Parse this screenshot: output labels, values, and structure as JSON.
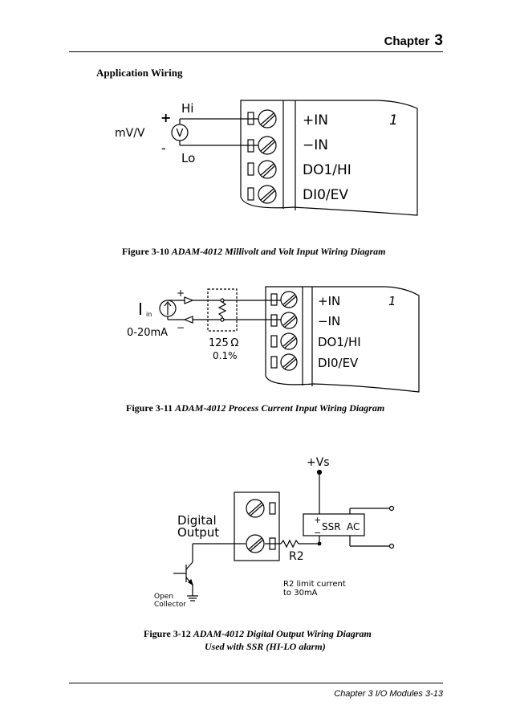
{
  "header": {
    "chapter_word": "Chapter",
    "chapter_num": "3"
  },
  "section_title": "Application Wiring",
  "fig10": {
    "caption_label": "Figure 3-10",
    "caption_text": "ADAM-4012 Millivolt and Volt Input Wiring Diagram",
    "source_label": "mV/V",
    "meter": "V",
    "plus": "+",
    "minus": "-",
    "hi": "Hi",
    "lo": "Lo",
    "terminals": [
      "+IN",
      "−IN",
      "DO1/HI",
      "DI0/EV"
    ],
    "pin": "1"
  },
  "fig11": {
    "caption_label": "Figure 3-11",
    "caption_text": "ADAM-4012 Process Current Input Wiring Diagram",
    "current_symbol": "I",
    "current_sub": "in",
    "range": "0-20mA",
    "plus": "+",
    "minus": "−",
    "resistor_value": "125 Ω",
    "tolerance": "0.1%",
    "terminals": [
      "+IN",
      "−IN",
      "DO1/HI",
      "DI0/EV"
    ],
    "pin": "1"
  },
  "fig12": {
    "caption_label": "Figure 3-12",
    "caption_text": "ADAM-4012 Digital Output Wiring Diagram",
    "caption_line2": "Used with SSR (HI-LO alarm)",
    "vs": "+Vs",
    "digital": "Digital",
    "output": "Output",
    "ssr": "SSR",
    "ac": "AC",
    "plus": "+",
    "minus": "−",
    "r2": "R2",
    "note1": "R2 limit current",
    "note2": "to 30mA",
    "open": "Open",
    "collector": "Collector"
  },
  "footer": "Chapter 3 I/O Modules 3-13"
}
